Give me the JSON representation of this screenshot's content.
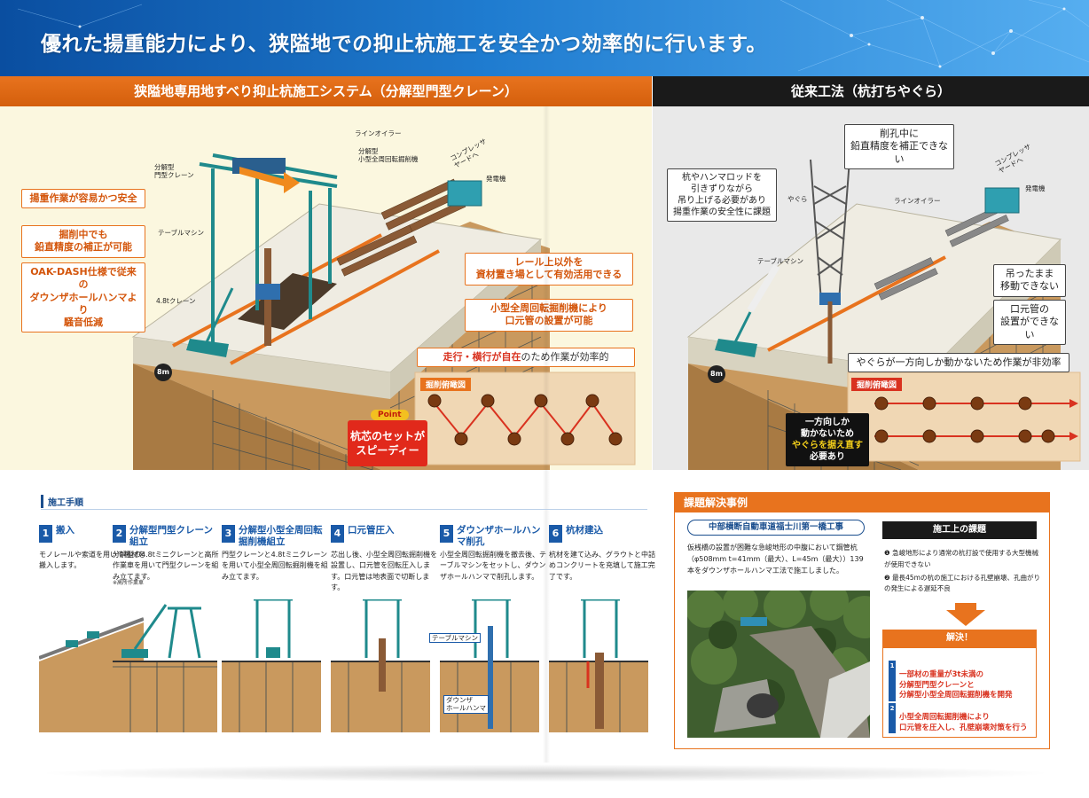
{
  "banner": {
    "title": "優れた揚重能力により、狭隘地での抑止杭施工を安全かつ効率的に行います。"
  },
  "left_section": {
    "header": "狭隘地専用地すべり抑止杭施工システム（分解型門型クレーン）",
    "callouts": {
      "lift_safe": "揚重作業が容易かつ安全",
      "precision": "掘削中でも\n鉛直精度の補正が可能",
      "oakdash": "OAK-DASH仕様で従来の\nダウンザホールハンマより\n騒音低減",
      "rail": "レール上以外を\n資材置き場として有効活用できる",
      "casing": "小型全周回転掘削機により\n口元管の設置が可能",
      "travel_strong": "走行・横行が自在",
      "travel_rest": "のため作業が効率的"
    },
    "labels": {
      "crane": "分解型\n門型クレーン",
      "line_oiler": "ラインオイラー",
      "small_drill": "分解型\n小型全周回転掘削機",
      "compressor": "コンプレッサ\nヤードへ",
      "generator": "発電機",
      "table_machine": "テーブルマシン",
      "crane_48": "4.8tクレーン",
      "eight_m": "8m"
    },
    "drill_diagram": "掘削俯瞰図",
    "point": {
      "tag": "Point",
      "text": "杭芯のセットが\nスピーディー"
    }
  },
  "right_section": {
    "header": "従来工法（杭打ちやぐら）",
    "callouts": {
      "no_correct": "削孔中に\n鉛直精度を補正できない",
      "drag_pile": "杭やハンマロッドを\n引きずりながら\n吊り上げる必要があり\n揚重作業の安全性に課題",
      "no_move": "吊ったまま\n移動できない",
      "no_casing": "口元管の\n設置ができない",
      "one_way": "やぐらが一方向しか動かないため作業が非効率",
      "black_a": "一方向しか\n動かないため",
      "black_b": "やぐらを据え直す",
      "black_c": "必要あり"
    },
    "labels": {
      "yagura": "やぐら",
      "line_oiler": "ラインオイラー",
      "compressor": "コンプレッサ\nヤードへ",
      "generator": "発電機",
      "table_machine": "テーブルマシン",
      "eight_m": "8m"
    },
    "drill_diagram": "掘削俯瞰図"
  },
  "procedure": {
    "title": "施工手順",
    "steps": [
      {
        "num": "1",
        "title": "搬入",
        "desc": "モノレールや索道を用いて機材を搬入します。",
        "note": ""
      },
      {
        "num": "2",
        "title": "分解型門型クレーン組立",
        "desc": "分解型の4.8tミニクレーンと高所作業車を用いて門型クレーンを組み立てます。",
        "note": "※高所作業車"
      },
      {
        "num": "3",
        "title": "分解型小型全周回転掘削機組立",
        "desc": "門型クレーンと4.8tミニクレーンを用いて小型全周回転掘削機を組み立てます。",
        "note": ""
      },
      {
        "num": "4",
        "title": "口元管圧入",
        "desc": "芯出し後、小型全周回転掘削機を設置し、口元管を回転圧入します。口元管は地表面で切断します。",
        "note": ""
      },
      {
        "num": "5",
        "title": "ダウンザホールハンマ削孔",
        "desc": "小型全周回転掘削機を撤去後、テーブルマシンをセットし、ダウンザホールハンマで削孔します。",
        "note": ""
      },
      {
        "num": "6",
        "title": "杭材建込",
        "desc": "杭材を建て込み、グラウトと中詰めコンクリートを充填して施工完了です。",
        "note": ""
      }
    ],
    "fig_labels": {
      "table_machine": "テーブルマシン",
      "dth": "ダウンザ\nホールハンマ"
    }
  },
  "case_study": {
    "header": "課題解決事例",
    "subtitle": "中部横断自動車道福士川第一橋工事",
    "desc": "仮桟橋の設置が困難な急峻地形の中腹において鋼管杭（φ508mm t=41mm（最大）、L=45m（最大））139本をダウンザホールハンマ工法で施工しました。",
    "issues_header": "施工上の課題",
    "issues": [
      {
        "num": "❶",
        "text": "急峻地形により通常の杭打設で使用する大型機械が使用できない"
      },
      {
        "num": "❷",
        "text": "最長45mの杭の施工における孔壁崩壊、孔曲がりの発生による遅延不良"
      }
    ],
    "solution_header": "解決！",
    "solutions": [
      {
        "num": "1",
        "text": "一部材の重量が3t未満の\n分解型門型クレーンと\n分解型小型全周回転掘削機を開発"
      },
      {
        "num": "2",
        "text": "小型全周回転掘削機により\n口元管を圧入し、孔壁崩壊対策を行う"
      }
    ]
  },
  "colors": {
    "orange": "#e8731e",
    "red": "#d9321f",
    "blue": "#1a5aa8",
    "dark": "#1a1a1a",
    "teal": "#1f8a8c"
  }
}
